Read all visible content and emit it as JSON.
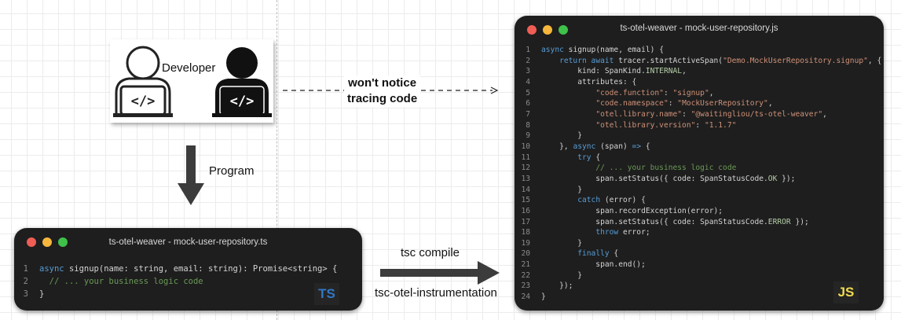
{
  "developer": {
    "label": "Developer"
  },
  "labels": {
    "wont_notice": [
      "won't notice",
      "tracing code"
    ],
    "program": "Program",
    "tsc_compile": "tsc compile",
    "tsc_otel": "tsc-otel-instrumentation"
  },
  "colors": {
    "red": "#ee5e55",
    "yellow": "#f6b73c",
    "green": "#3fc14a",
    "ts_badge": "#3178c6",
    "js_badge": "#f0db4f",
    "arrow": "#3c3c3c"
  },
  "ts_window": {
    "title": "ts-otel-weaver - mock-user-repository.ts",
    "badge": "TS",
    "lines": [
      [
        [
          "kw",
          "async"
        ],
        [
          "",
          "signup(name: string, email: string): Promise<string> {"
        ]
      ],
      [
        [
          "",
          "  "
        ],
        [
          "cm",
          "// ... your business logic code"
        ]
      ],
      [
        [
          "",
          "}"
        ]
      ]
    ]
  },
  "js_window": {
    "title": "ts-otel-weaver - mock-user-repository.js",
    "badge": "JS",
    "lines": [
      [
        [
          "kw",
          "async"
        ],
        [
          "",
          "signup(name, email) {"
        ]
      ],
      [
        [
          "",
          "    "
        ],
        [
          "kw",
          "return await"
        ],
        [
          "",
          "tracer.startActiveSpan("
        ],
        [
          "str",
          "\"Demo.MockUserRepository.signup\""
        ],
        [
          "",
          ", {"
        ]
      ],
      [
        [
          "",
          "        kind: SpanKind."
        ],
        [
          "const",
          "INTERNAL"
        ],
        [
          "",
          ","
        ]
      ],
      [
        [
          "",
          "        attributes: {"
        ]
      ],
      [
        [
          "",
          "            "
        ],
        [
          "str",
          "\"code.function\""
        ],
        [
          "",
          ": "
        ],
        [
          "str",
          "\"signup\""
        ],
        [
          "",
          ","
        ]
      ],
      [
        [
          "",
          "            "
        ],
        [
          "str",
          "\"code.namespace\""
        ],
        [
          "",
          ": "
        ],
        [
          "str",
          "\"MockUserRepository\""
        ],
        [
          "",
          ","
        ]
      ],
      [
        [
          "",
          "            "
        ],
        [
          "str",
          "\"otel.library.name\""
        ],
        [
          "",
          ": "
        ],
        [
          "str",
          "\"@waitingliou/ts-otel-weaver\""
        ],
        [
          "",
          ","
        ]
      ],
      [
        [
          "",
          "            "
        ],
        [
          "str",
          "\"otel.library.version\""
        ],
        [
          "",
          ": "
        ],
        [
          "str",
          "\"1.1.7\""
        ]
      ],
      [
        [
          "",
          "        }"
        ]
      ],
      [
        [
          "",
          "    }, "
        ],
        [
          "kw",
          "async"
        ],
        [
          "",
          "(span) "
        ],
        [
          "kw",
          "=>"
        ],
        [
          "",
          " {"
        ]
      ],
      [
        [
          "",
          "        "
        ],
        [
          "kw",
          "try"
        ],
        [
          "",
          " {"
        ]
      ],
      [
        [
          "",
          "            "
        ],
        [
          "cm",
          "// ... your business logic code"
        ]
      ],
      [
        [
          "",
          "            span.setStatus({ code: SpanStatusCode."
        ],
        [
          "const",
          "OK"
        ],
        [
          "",
          " });"
        ]
      ],
      [
        [
          "",
          "        }"
        ]
      ],
      [
        [
          "",
          "        "
        ],
        [
          "kw",
          "catch"
        ],
        [
          "",
          " (error) {"
        ]
      ],
      [
        [
          "",
          "            span.recordException(error);"
        ]
      ],
      [
        [
          "",
          "            span.setStatus({ code: SpanStatusCode."
        ],
        [
          "const",
          "ERROR"
        ],
        [
          "",
          " });"
        ]
      ],
      [
        [
          "",
          "            "
        ],
        [
          "kw",
          "throw"
        ],
        [
          "",
          " error;"
        ]
      ],
      [
        [
          "",
          "        }"
        ]
      ],
      [
        [
          "",
          "        "
        ],
        [
          "kw",
          "finally"
        ],
        [
          "",
          " {"
        ]
      ],
      [
        [
          "",
          "            span.end();"
        ]
      ],
      [
        [
          "",
          "        }"
        ]
      ],
      [
        [
          "",
          "    });"
        ]
      ],
      [
        [
          "",
          "}"
        ]
      ]
    ]
  }
}
